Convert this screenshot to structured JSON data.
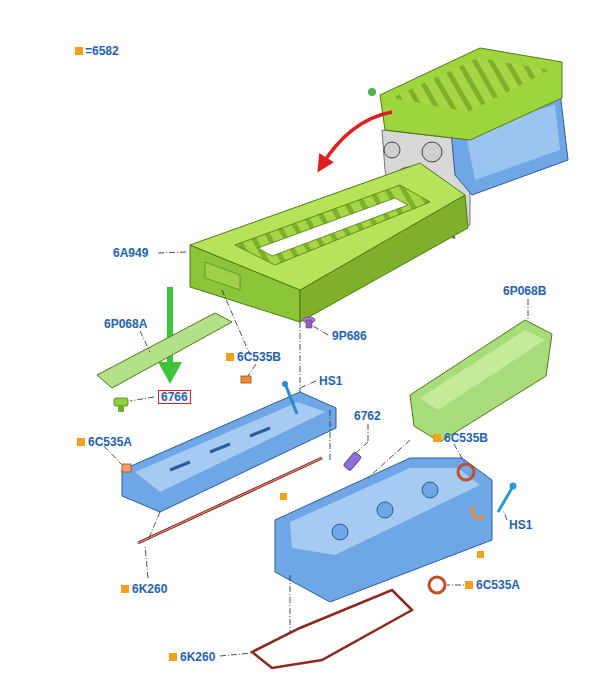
{
  "diagram": {
    "labels": [
      "6A949",
      "9P686",
      "6P068B",
      "6P068A",
      "6C535B",
      "HS1",
      "6766",
      "6C535A",
      "6762",
      "6C535B",
      "HS1",
      "6K260",
      "6C535A",
      "6K260"
    ],
    "legend": [
      {
        "text": "=6582",
        "color": "#f5a01a"
      }
    ]
  }
}
